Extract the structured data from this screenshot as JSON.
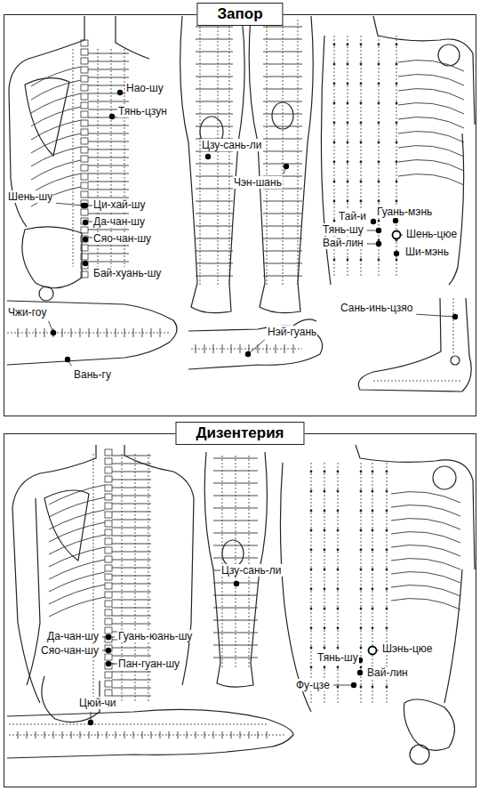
{
  "diagram": {
    "nodes": [
      {
        "text": [
          "Запор"
        ]
      },
      {
        "text": [
          "Дизентерия"
        ]
      }
    ],
    "labels": [
      "Нао-шу",
      "Тянь-цзун",
      "Шень-шу",
      "Ци-хай-шу",
      "Да-чан-шу",
      "Сяо-чан-шу",
      "Бай-хуань-шу",
      "Чжи-гоу",
      "Вань-гу",
      "Цзу-сань-ли",
      "Чэн-шань",
      "Нэй-гуань",
      "Тай-и",
      "Гуань-мэнь",
      "Тянь-шу",
      "Шень-цюе",
      "Вай-лин",
      "Ши-мэнь",
      "Сань-инь-цзяо",
      "Да-чан-шу",
      "Гуань-юань-шу",
      "Сяо-чан-шу",
      "Пан-гуан-шу",
      "Цзу-сань-ли",
      "Цюй-чи",
      "Тянь-шу",
      "Шэнь-цюе",
      "Фу-цзе",
      "Вай-лин"
    ]
  }
}
